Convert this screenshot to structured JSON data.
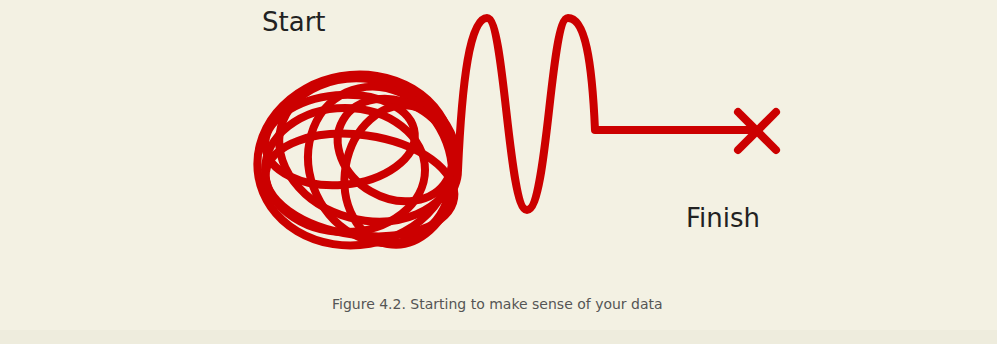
{
  "diagram": {
    "caption": "Figure 4.2. Starting to make sense of your data",
    "labels": [
      "Start",
      "Finish"
    ]
  }
}
